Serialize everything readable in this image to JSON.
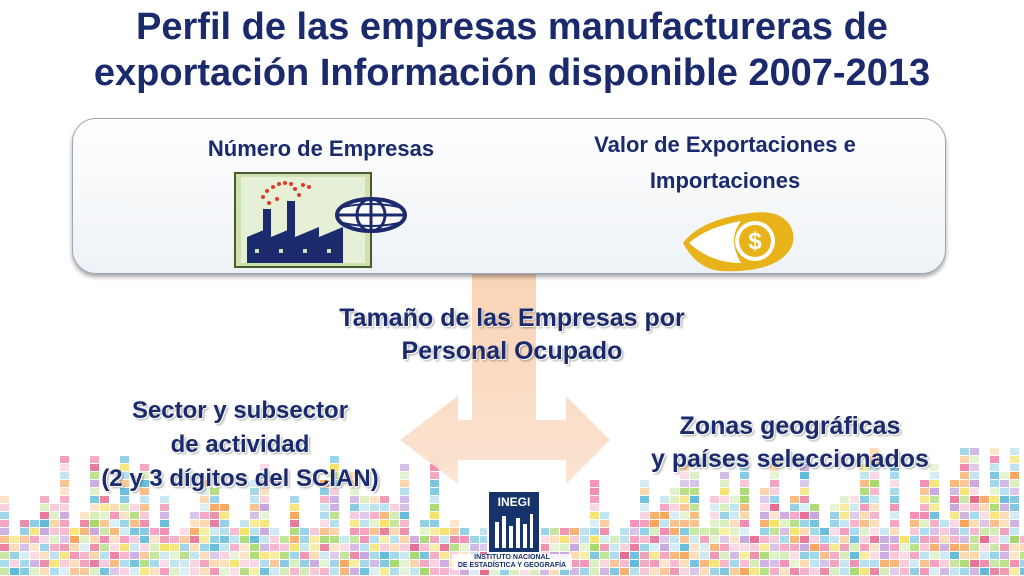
{
  "title": {
    "line1": "Perfil de las empresas manufactureras de",
    "line2": "exportación Información disponible 2007-2013"
  },
  "top_box": {
    "left_label": "Número de Empresas",
    "right_label_line1": "Valor de Exportaciones e",
    "right_label_line2": "Importaciones",
    "left_icon": "factory-globe-icon",
    "right_icon": "dollar-coin-icon"
  },
  "center": {
    "line1": "Tamaño de las Empresas por",
    "line2": "Personal Ocupado"
  },
  "left_text": {
    "line1": "Sector y subsector",
    "line2": "de actividad",
    "line3": "(2 y 3 dígitos del SCIAN)"
  },
  "right_text": {
    "line1": "Zonas geográficas",
    "line2": "y países seleccionados"
  },
  "logo": {
    "word": "INEGI",
    "line1": "INSTITUTO NACIONAL",
    "line2": "DE ESTADÍSTICA Y GEOGRAFÍA"
  },
  "colors": {
    "title": "#1a2a6c",
    "arrow": "#f9d3b5",
    "coin": "#e8b21a",
    "logo": "#17336b"
  }
}
